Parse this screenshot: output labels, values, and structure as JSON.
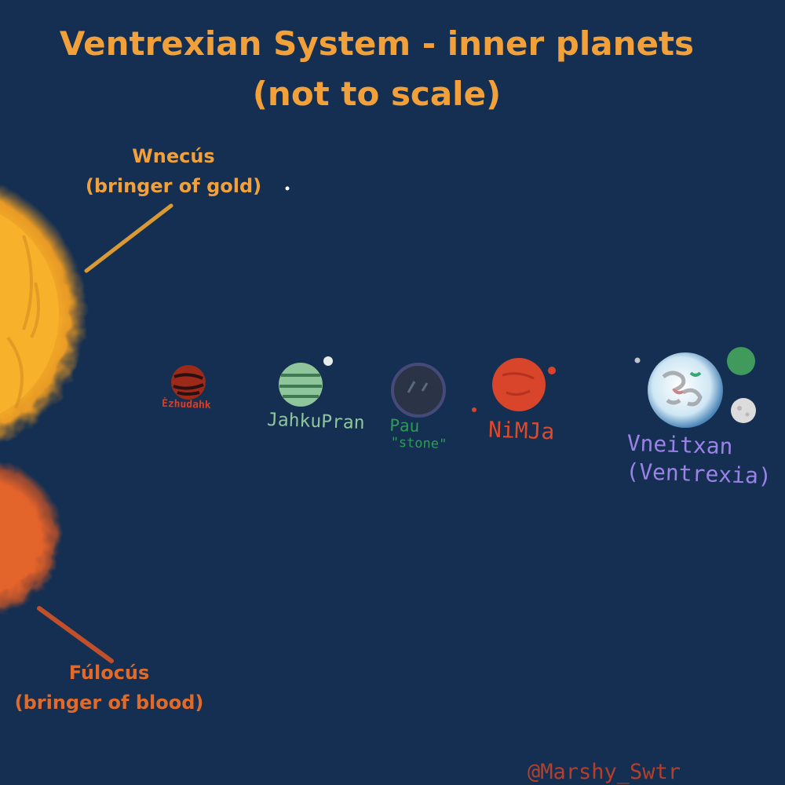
{
  "title": {
    "line1": "Ventrexian System - inner planets",
    "line2": "(not to scale)"
  },
  "suns": [
    {
      "name": "Wnecús",
      "epithet": "(bringer of gold)",
      "color": "#f6a623"
    },
    {
      "name": "Fúlocús",
      "epithet": "(bringer of blood)",
      "color": "#e2632a"
    }
  ],
  "planets": [
    {
      "name": "Èzhudahk",
      "color": "#c23a1e"
    },
    {
      "name": "JahkuPran",
      "color": "#8fc59a"
    },
    {
      "name": "Pau",
      "translation": "\"stone\"",
      "color": "#2b3446"
    },
    {
      "name": "NiMJa",
      "color": "#d8452a"
    },
    {
      "name": "Vneitxan",
      "translation": "(Ventrexia)",
      "color": "#c9e3f2"
    }
  ],
  "credit": "@Marshy_Swtr",
  "colors": {
    "background": "#142f52",
    "title": "#f2a13a",
    "label_gold": "#f2a13a",
    "label_blood": "#e06a2a"
  }
}
